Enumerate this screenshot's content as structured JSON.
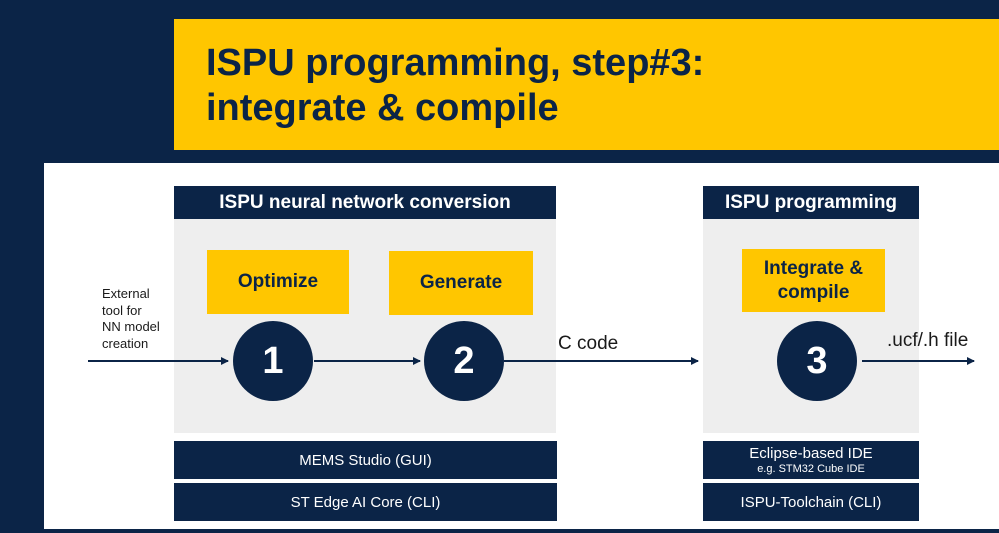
{
  "title": {
    "line1": "ISPU programming, step#3:",
    "line2": "integrate & compile"
  },
  "groups": {
    "conversion": {
      "header": "ISPU neural network conversion",
      "steps": [
        {
          "label": "Optimize",
          "number": "1"
        },
        {
          "label": "Generate",
          "number": "2"
        }
      ],
      "tools": [
        {
          "label": "MEMS Studio (GUI)"
        },
        {
          "label": "ST Edge AI Core (CLI)"
        }
      ]
    },
    "programming": {
      "header": "ISPU programming",
      "step": {
        "label_line1": "Integrate &",
        "label_line2": "compile",
        "number": "3"
      },
      "tools": [
        {
          "label": "Eclipse-based IDE",
          "sublabel": "e.g. STM32 Cube IDE"
        },
        {
          "label": "ISPU-Toolchain (CLI)"
        }
      ]
    }
  },
  "flow": {
    "input_label": [
      "External",
      "tool for",
      "NN model",
      "creation"
    ],
    "middle_label": "C code",
    "output_label": ".ucf/.h file"
  },
  "colors": {
    "navy": "#0b2447",
    "yellow": "#ffc600",
    "panel_gray": "#eeeeee"
  }
}
